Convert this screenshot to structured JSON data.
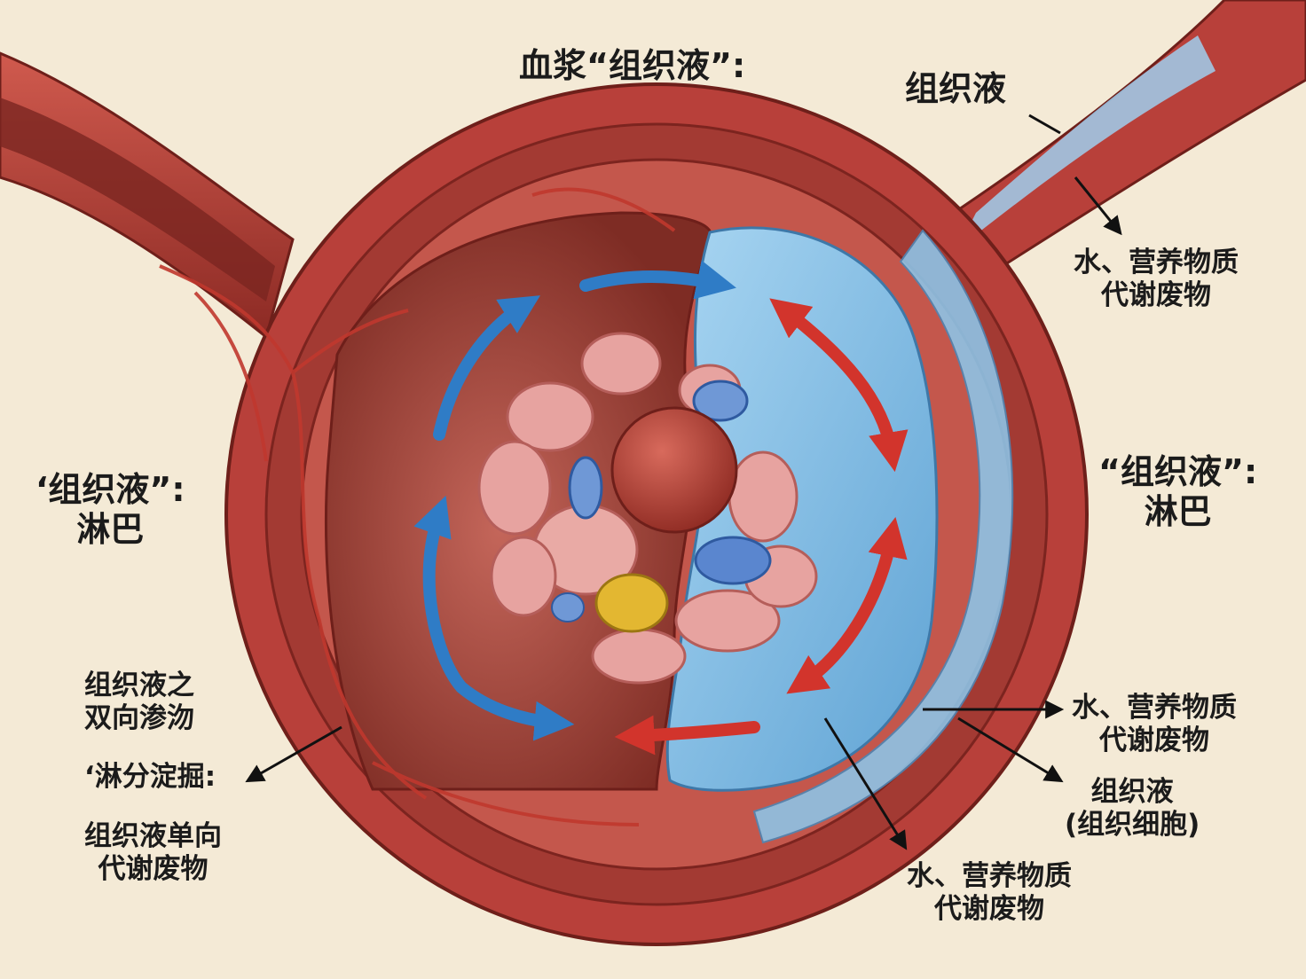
{
  "labels": {
    "top_title": "血浆“组织液”:",
    "top_right": "组织液",
    "right_upper": {
      "line1": "水、营养物质",
      "line2": "代谢废物"
    },
    "left_lymph": {
      "line1": "‘组织液”:",
      "line2": "淋巴"
    },
    "right_lymph": {
      "line1": "“组织液”:",
      "line2": "淋巴"
    },
    "left_bidirectional": {
      "line1": "组织液之",
      "line2": "双向渗沕"
    },
    "left_garbled": "‘淋分淀掘:",
    "left_unidirectional": {
      "line1": "组织液单向",
      "line2": "代谢废物"
    },
    "right_lower": {
      "line1": "水、营养物质",
      "line2": "代谢废物"
    },
    "right_cells": {
      "line1": "组织液",
      "line2": "(组织细胞)"
    },
    "bottom_center": {
      "line1": "水、营养物质",
      "line2": "代谢废物"
    }
  },
  "colors": {
    "background": "#f4ead6",
    "vessel_wall": "#b8403a",
    "vessel_dark": "#8f2a26",
    "chamber": "#9c4034",
    "fluid": "#8ec3e6",
    "arrow_blue": "#2f7cc6",
    "arrow_red": "#d2342c",
    "cell_pink": "#e7a3a0",
    "cell_blue": "#6f98d6",
    "cell_yellow": "#e3b731",
    "nucleus": "#b23a30"
  },
  "icons": [
    "label-pointer-arrow",
    "flow-arrow-blue",
    "flow-arrow-red"
  ]
}
